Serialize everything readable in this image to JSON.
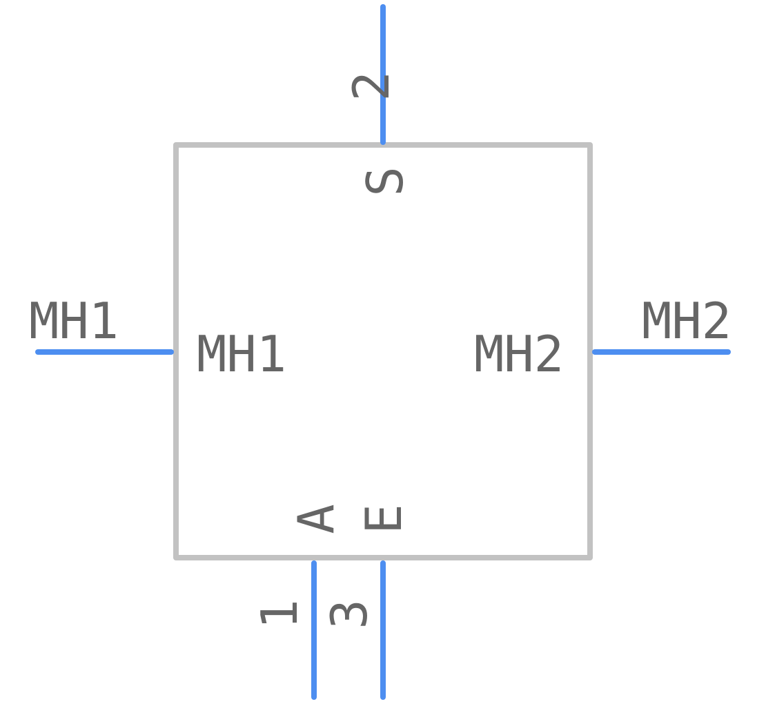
{
  "colors": {
    "body_stroke": "#c2c2c2",
    "pin_stroke": "#4d8ef0",
    "text": "#666666",
    "background": "#ffffff"
  },
  "pins": {
    "pin1": {
      "number": "1",
      "name": "A"
    },
    "pin2": {
      "number": "2",
      "name": "S"
    },
    "pin3": {
      "number": "3",
      "name": "E"
    },
    "mh1": {
      "number": "MH1",
      "name": "MH1"
    },
    "mh2": {
      "number": "MH2",
      "name": "MH2"
    }
  }
}
